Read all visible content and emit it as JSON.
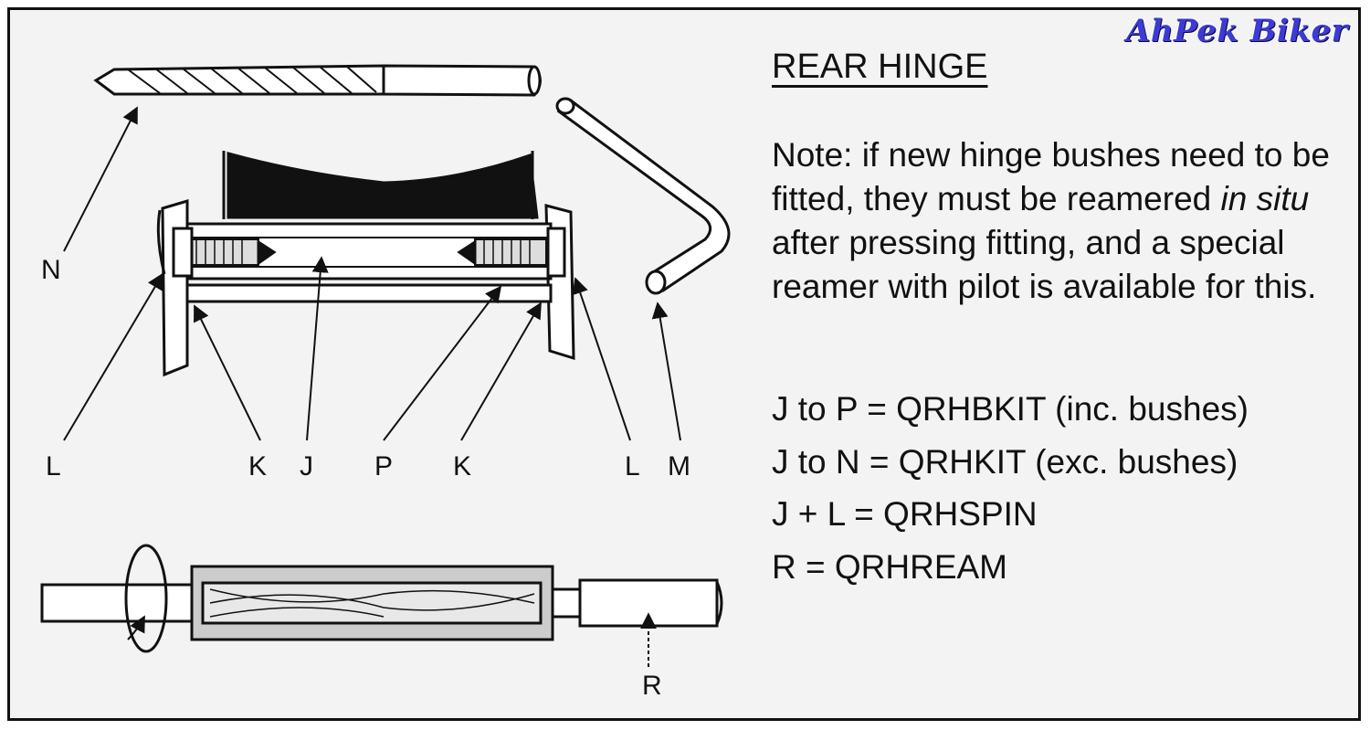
{
  "watermark": "AhPek Biker",
  "title": "REAR HINGE",
  "note": {
    "prefix": "Note: if new hinge bushes need to be fitted, they must be reamered ",
    "italic": "in situ",
    "suffix": " after pressing fitting, and a special reamer with pilot is available for this."
  },
  "kits": [
    "J to P = QRHBKIT (inc. bushes)",
    "J to N = QRHKIT (exc. bushes)",
    "J + L = QRHSPIN",
    "R = QRHREAM"
  ],
  "labels": {
    "N": "N",
    "L_left": "L",
    "K_left": "K",
    "J": "J",
    "P": "P",
    "K_right": "K",
    "L_right": "L",
    "M": "M",
    "R": "R"
  }
}
